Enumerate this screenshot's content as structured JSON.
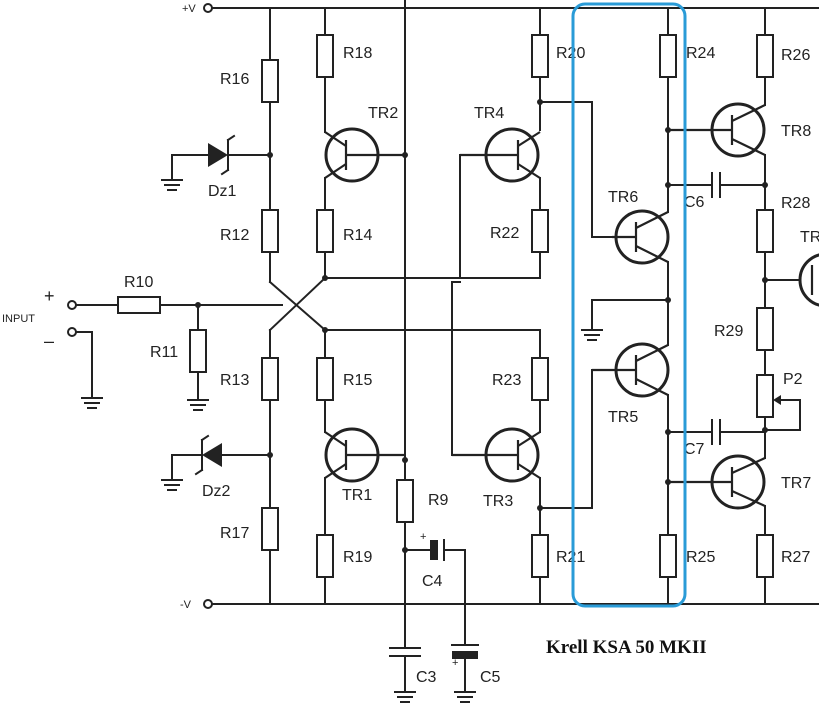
{
  "rails": {
    "positive": "+V",
    "negative": "-V"
  },
  "input": {
    "label": "INPUT",
    "plus": "+",
    "minus": "–"
  },
  "resistors": {
    "R10": "R10",
    "R11": "R11",
    "R12": "R12",
    "R13": "R13",
    "R14": "R14",
    "R15": "R15",
    "R16": "R16",
    "R17": "R17",
    "R18": "R18",
    "R19": "R19",
    "R9": "R9",
    "R20": "R20",
    "R21": "R21",
    "R22": "R22",
    "R23": "R23",
    "R24": "R24",
    "R25": "R25",
    "R26": "R26",
    "R27": "R27",
    "R28": "R28",
    "R29": "R29"
  },
  "transistors": {
    "TR1": "TR1",
    "TR2": "TR2",
    "TR3": "TR3",
    "TR4": "TR4",
    "TR5": "TR5",
    "TR6": "TR6",
    "TR7": "TR7",
    "TR8": "TR8",
    "TR9": "TR"
  },
  "diodes": {
    "Dz1": "Dz1",
    "Dz2": "Dz2"
  },
  "capacitors": {
    "C3": "C3",
    "C4": "C4",
    "C5": "C5",
    "C6": "C6",
    "C7": "C7"
  },
  "potentiometers": {
    "P2": "P2"
  },
  "caption": "Krell  KSA 50 MKII",
  "colors": {
    "highlight": "#2a9bd7",
    "ink": "#222222"
  }
}
